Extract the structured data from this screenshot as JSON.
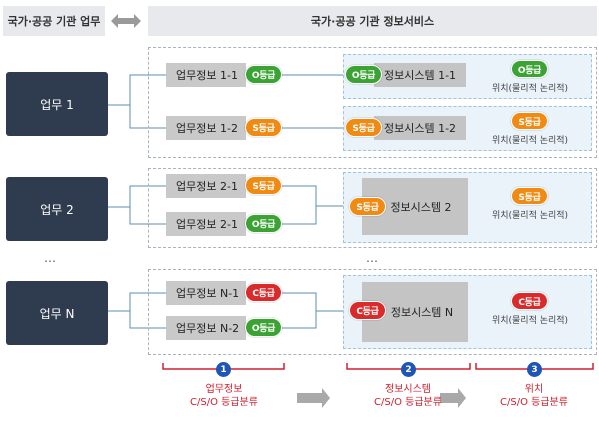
{
  "header": {
    "left": "국가·공공 기관 업무",
    "right": "국가·공공 기관 정보서비스"
  },
  "tasks": [
    "업무 1",
    "업무 2",
    "업무 N"
  ],
  "info_items": [
    {
      "label": "업무정보 1-1",
      "grade": "O등급"
    },
    {
      "label": "업무정보 1-2",
      "grade": "S등급"
    },
    {
      "label": "업무정보 2-1",
      "grade": "S등급"
    },
    {
      "label": "업무정보 2-1",
      "grade": "O등급"
    },
    {
      "label": "업무정보 N-1",
      "grade": "C등급"
    },
    {
      "label": "업무정보 N-2",
      "grade": "O등급"
    }
  ],
  "systems": [
    {
      "label": "정보시스템 1-1",
      "grade": "O등급"
    },
    {
      "label": "정보시스템 1-2",
      "grade": "S등급"
    },
    {
      "label": "정보시스템 2",
      "grade": "S등급"
    },
    {
      "label": "정보시스템 N",
      "grade": "C등급"
    }
  ],
  "locations": [
    {
      "grade": "O등급",
      "text": "위치(물리적 논리적)"
    },
    {
      "grade": "S등급",
      "text": "위치(물리적 논리적)"
    },
    {
      "grade": "S등급",
      "text": "위치(물리적 논리적)"
    },
    {
      "grade": "C등급",
      "text": "위치(물리적 논리적)"
    }
  ],
  "ellipsis": "…",
  "steps": [
    {
      "num": "1",
      "line1": "업무정보",
      "line2": "C/S/O 등급분류"
    },
    {
      "num": "2",
      "line1": "정보시스템",
      "line2": "C/S/O 등급분류"
    },
    {
      "num": "3",
      "line1": "위치",
      "line2": "C/S/O 등급분류"
    }
  ],
  "colors": {
    "O": "#3aa334",
    "S": "#f08a12",
    "C": "#d92b2b",
    "task": "#2f3b4e",
    "step": "#1f56b6",
    "caption": "#d0202e"
  }
}
